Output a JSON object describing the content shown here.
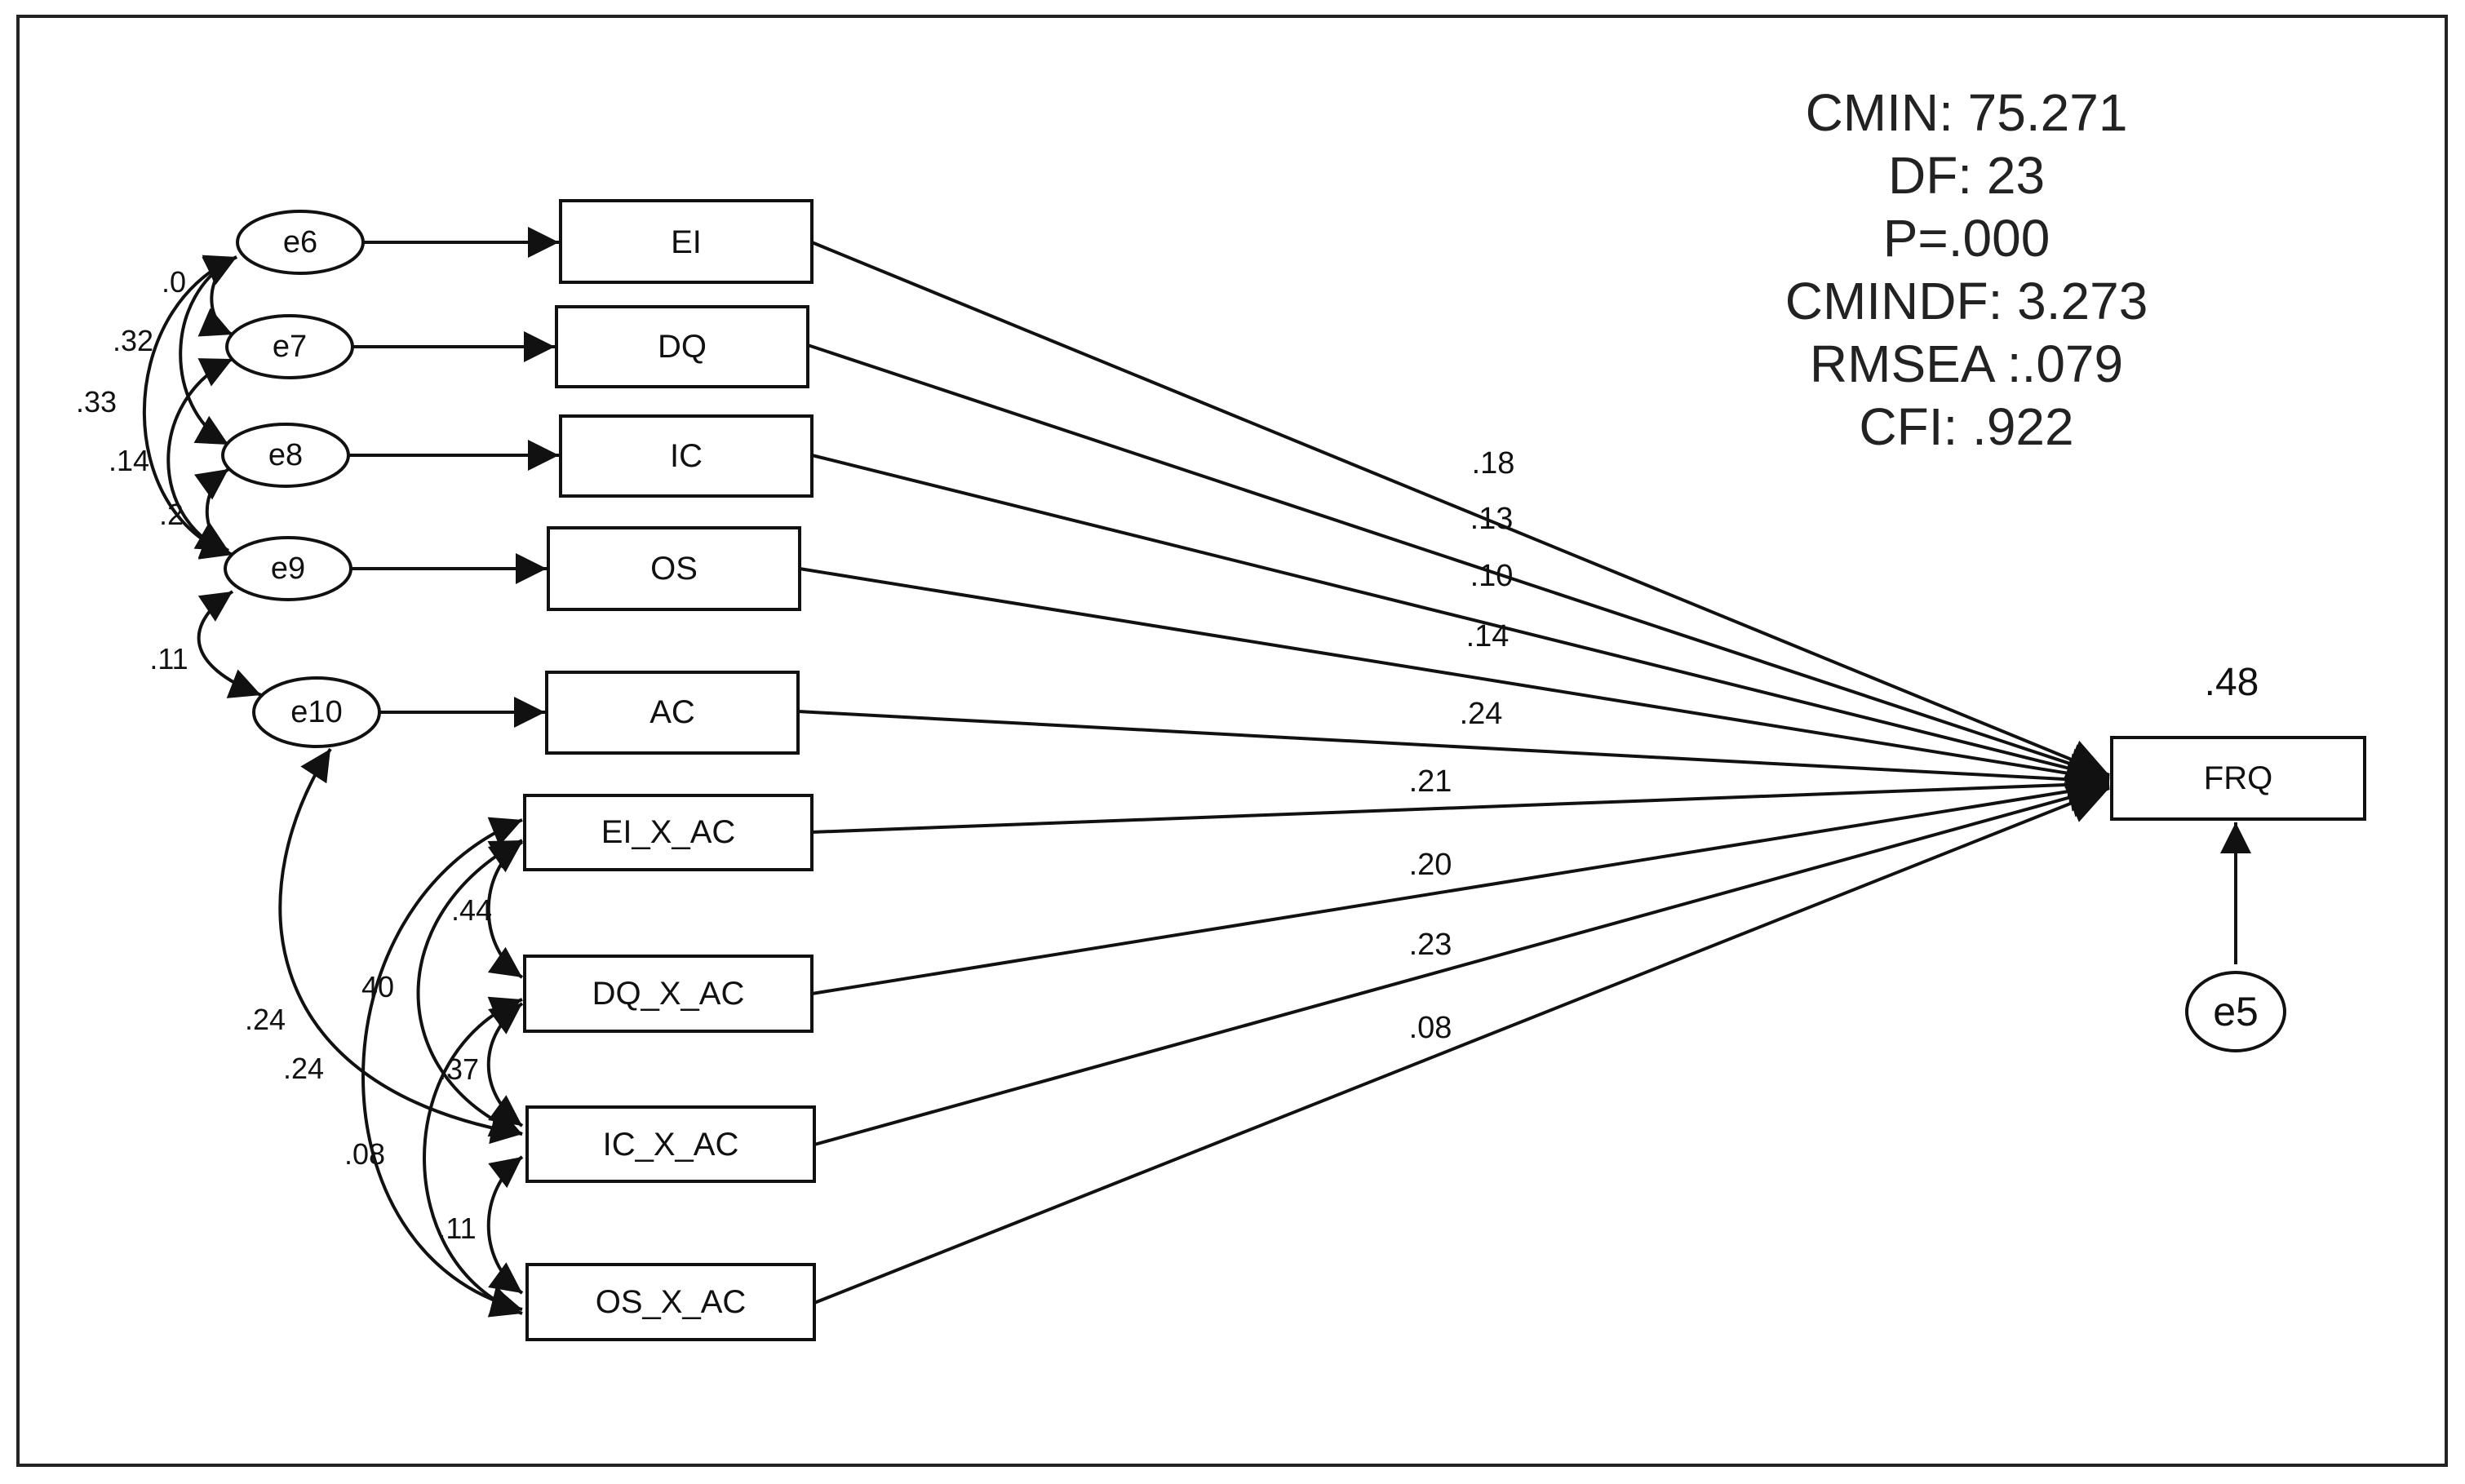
{
  "stats": {
    "cmin": "CMIN: 75.271",
    "df": "DF: 23",
    "p": "P=.000",
    "cmindf": "CMINDF: 3.273",
    "rmsea": "RMSEA :.079",
    "cfi": "CFI: .922"
  },
  "nodes": {
    "EI": "EI",
    "DQ": "DQ",
    "IC": "IC",
    "OS": "OS",
    "AC": "AC",
    "EIXAC": "EI_X_AC",
    "DQXAC": "DQ_X_AC",
    "ICXAC": "IC_X_AC",
    "OSXAC": "OS_X_AC",
    "FRQ": "FRQ"
  },
  "errors": {
    "e5": "e5",
    "e6": "e6",
    "e7": "e7",
    "e8": "e8",
    "e9": "e9",
    "e10": "e10"
  },
  "r_squared": ".48",
  "path_coefficients": {
    "EI": ".18",
    "DQ": ".13",
    "IC": ".10",
    "OS": ".14",
    "AC": ".24",
    "EIXAC": ".21",
    "DQXAC": ".20",
    "ICXAC": ".23",
    "OSXAC": ".08"
  },
  "covariances": {
    "e6_e7": ".0",
    "e6_e8": ".32",
    "e6_e9": ".33",
    "e7_e9": ".14",
    "e8_e9": ".2",
    "e9_e10": ".11",
    "e10_icxac_a": ".24",
    "e10_icxac_b": ".24",
    "eixac_dqxac": ".44",
    "eixac_icxac": "40",
    "dqxac_icxac": ".37",
    "eixac_osxac": ".08",
    "icxac_osxac": ".11"
  }
}
